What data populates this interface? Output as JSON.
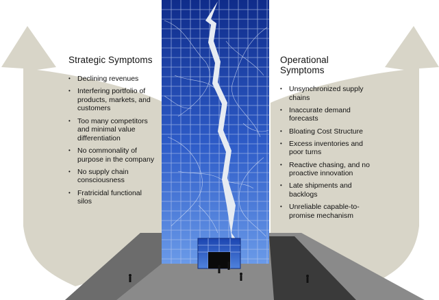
{
  "left": {
    "title": "Strategic Symptoms",
    "items": [
      "Declining revenues",
      "Interfering portfolio of products, markets, and customers",
      "Too many competitors and minimal value differentiation",
      "No commonality of purpose in the company",
      "No supply chain consciousness",
      "Fratricidal functional silos"
    ]
  },
  "right": {
    "title": "Operational Symptoms",
    "items": [
      "Unsynchronized supply chains",
      "Inaccurate demand forecasts",
      "Bloating Cost Structure",
      "Excess inventories and poor turns",
      "Reactive chasing, and no proactive innovation",
      "Late shipments and backlogs",
      "Unreliable capable-to-promise mechanism"
    ]
  },
  "colors": {
    "arrow": "#d8d5c8",
    "ground": "#8a8a8a",
    "ground_shadow": "#3a3a3a",
    "building_top": "#0f2c8a",
    "building_bottom": "#6a9ae8",
    "crack": "#e6ebf2"
  }
}
